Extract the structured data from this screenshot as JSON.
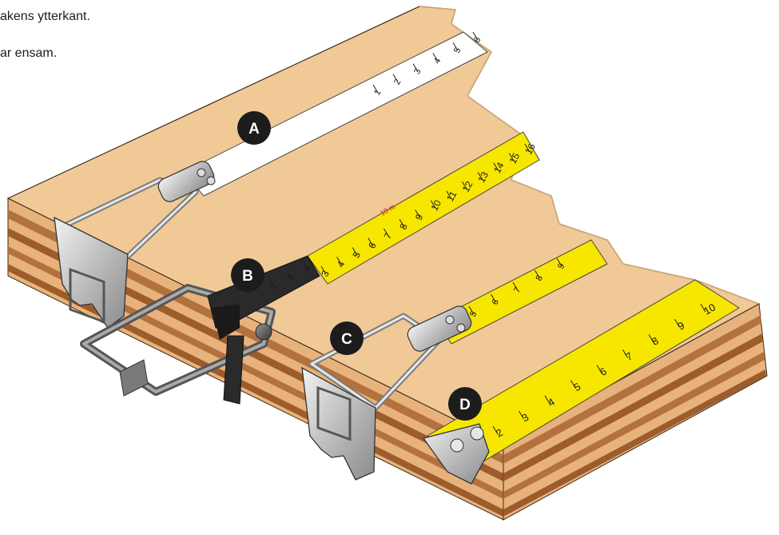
{
  "captions": {
    "line1": "akens ytterkant.",
    "line2": "ar ensam."
  },
  "labels": {
    "a": "A",
    "b": "B",
    "c": "C",
    "d": "D"
  },
  "tape_a_numbers": [
    "1",
    "2",
    "3",
    "4",
    "5",
    "6"
  ],
  "tape_b_numbers": [
    "3",
    "4",
    "5",
    "6",
    "7",
    "8",
    "9",
    "10",
    "11",
    "12",
    "13",
    "14",
    "15",
    "16"
  ],
  "tape_b_marker": "10 m",
  "tape_c_numbers": [
    "5",
    "6",
    "7",
    "8",
    "9"
  ],
  "tape_d_numbers": [
    "2",
    "3",
    "4",
    "5",
    "6",
    "7",
    "8",
    "9",
    "10"
  ],
  "hook_b_numbers": [
    "2",
    "3",
    "4"
  ],
  "colors": {
    "wood_top": "#f0c997",
    "wood_edge_light": "#e8b27c",
    "wood_edge_dark": "#b2723e",
    "tape_yellow": "#f7e600",
    "tape_white": "#ffffff",
    "hook_metal": "#c7c7c7",
    "hook_dark": "#2a2a2a",
    "badge": "#1c1c1c"
  }
}
